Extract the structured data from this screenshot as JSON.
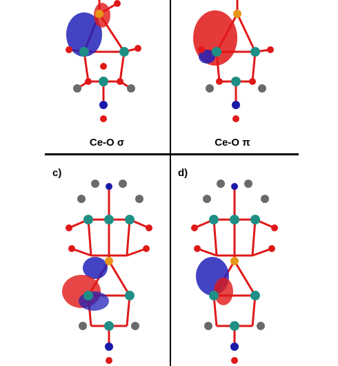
{
  "panels": {
    "a": {
      "caption": "Ce-O σ"
    },
    "b": {
      "caption": "Ce-O π"
    },
    "c": {
      "label": "c)"
    },
    "d": {
      "label": "d)"
    }
  },
  "colors": {
    "cerium": "#1f8f86",
    "oxygen": "#e01818",
    "carbon": "#6a6a6a",
    "nitrogen": "#1a1aa8",
    "phosphorus": "#e8961a",
    "orbital_positive": "#2222b8",
    "orbital_negative": "#e01818",
    "divider": "#000000"
  }
}
